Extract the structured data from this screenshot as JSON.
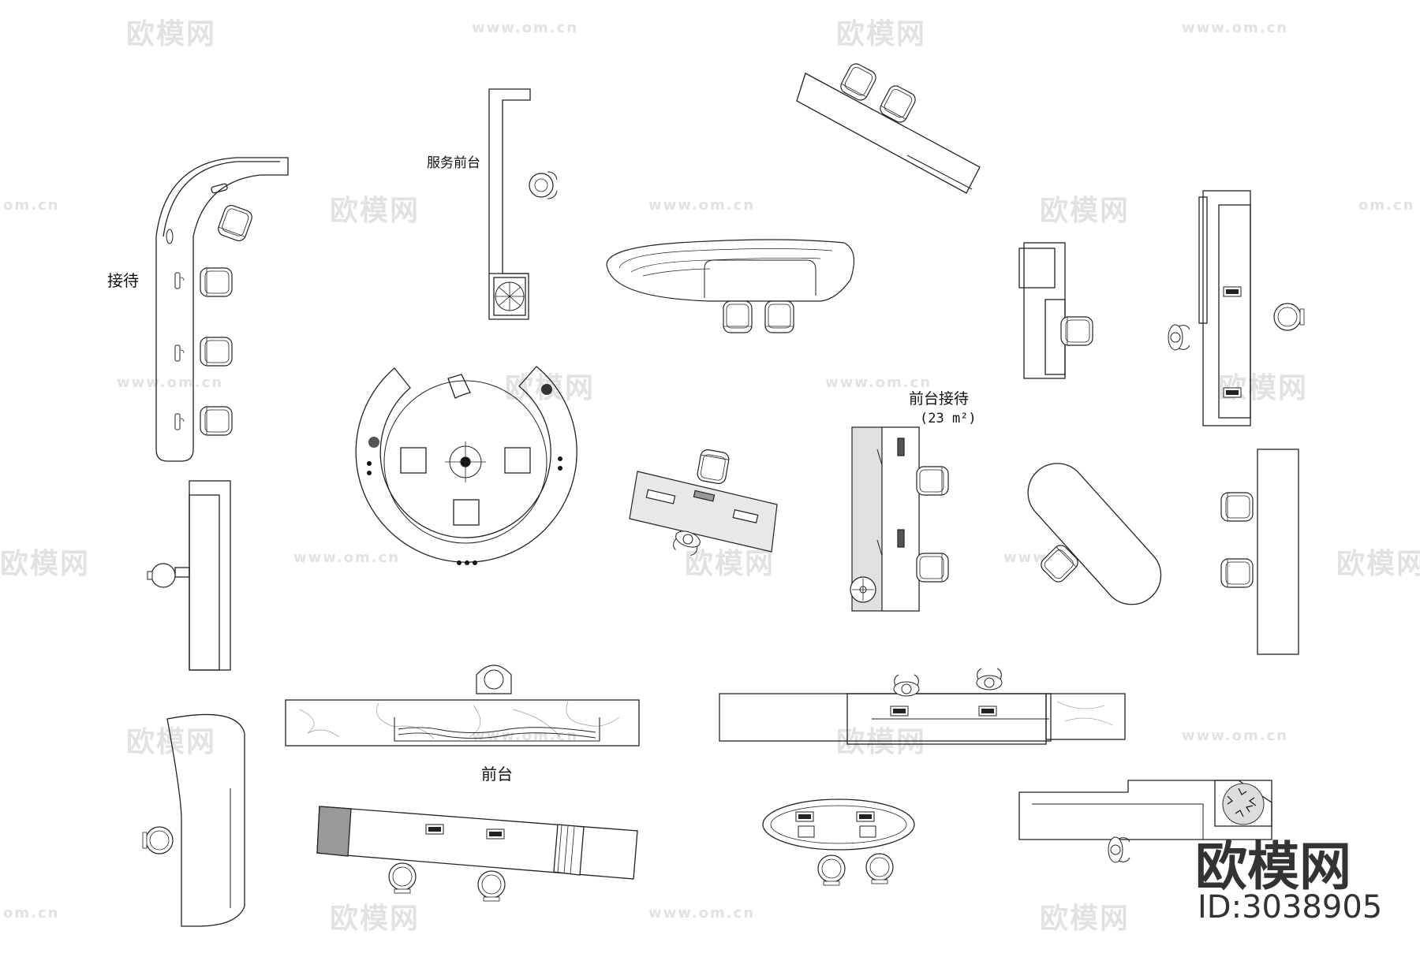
{
  "labels": {
    "reception": "接待",
    "service_front_desk": "服务前台",
    "front_desk_reception": "前台接待",
    "area": "(23 m²)",
    "front_desk": "前台"
  },
  "watermark": {
    "brand": "欧模网",
    "url": "www.om.cn",
    "url_short": "om.cn",
    "fragment": "欧模网"
  },
  "corner": {
    "brand": "欧模网",
    "id": "ID:3038905"
  }
}
